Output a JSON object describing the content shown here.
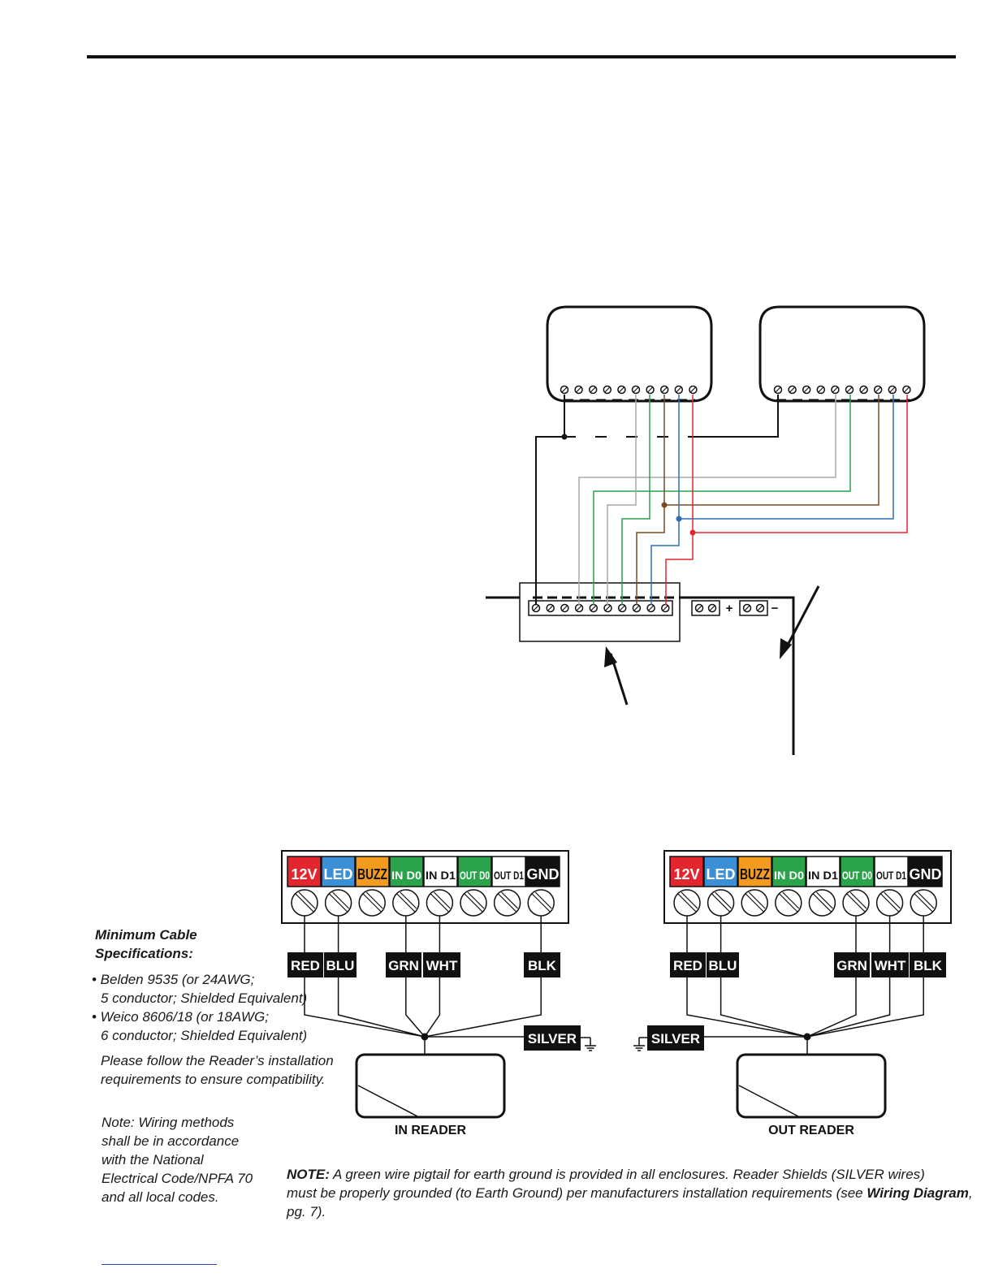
{
  "colors": {
    "ink": "#111111",
    "red": "#e3262e",
    "blue": "#2f6fb6",
    "orange": "#f39b1e",
    "green": "#2aa34a",
    "brown": "#7a4a22",
    "gray": "#a9a9a9",
    "link": "#2b4fb0"
  },
  "terminal_labels": [
    {
      "text": "12V",
      "fill": "#e3262e",
      "text_color": "#ffffff"
    },
    {
      "text": "LED",
      "fill": "#3a8fd6",
      "text_color": "#ffffff"
    },
    {
      "text": "BUZZ",
      "fill": "#f39b1e",
      "text_color": "#111111"
    },
    {
      "text": "IN D0",
      "fill": "#2aa34a",
      "text_color": "#ffffff"
    },
    {
      "text": "IN D1",
      "fill": "#ffffff",
      "text_color": "#111111"
    },
    {
      "text": "OUT D0",
      "fill": "#2aa34a",
      "text_color": "#ffffff"
    },
    {
      "text": "OUT D1",
      "fill": "#ffffff",
      "text_color": "#111111"
    },
    {
      "text": "GND",
      "fill": "#111111",
      "text_color": "#ffffff"
    }
  ],
  "wire_tags": {
    "red": "RED",
    "blue": "BLU",
    "green": "GRN",
    "white": "WHT",
    "black": "BLK",
    "silver": "SILVER"
  },
  "power_polarity": {
    "plus": "+",
    "minus": "−"
  },
  "readers": {
    "in": "IN READER",
    "out": "OUT READER"
  },
  "spec": {
    "title_1": "Minimum Cable",
    "title_2": "Specifications:",
    "item_1a": "• Belden 9535 (or 24AWG;",
    "item_1b": "5 conductor; Shielded Equivalent)",
    "item_2a": "• Weico 8606/18 (or 18AWG;",
    "item_2b": "6 conductor; Shielded Equivalent)",
    "follow_1": "Please follow the Reader’s installation",
    "follow_2": "requirements to ensure compatibility."
  },
  "wiring_note": {
    "l1": "Note: Wiring methods",
    "l2": "shall be in accordance",
    "l3": "with the National",
    "l4": "Electrical Code/NPFA 70",
    "l5": "and all local codes."
  },
  "ground_note": {
    "label": "NOTE:",
    "l1": " A green wire pigtail for earth ground is provided in all enclosures. Reader Shields (SILVER wires)",
    "l2a": "must be properly grounded (to Earth Ground) per manufacturers installation requirements (see ",
    "l2b": "Wiring Diagram",
    "l2c": ", pg. 7)."
  }
}
